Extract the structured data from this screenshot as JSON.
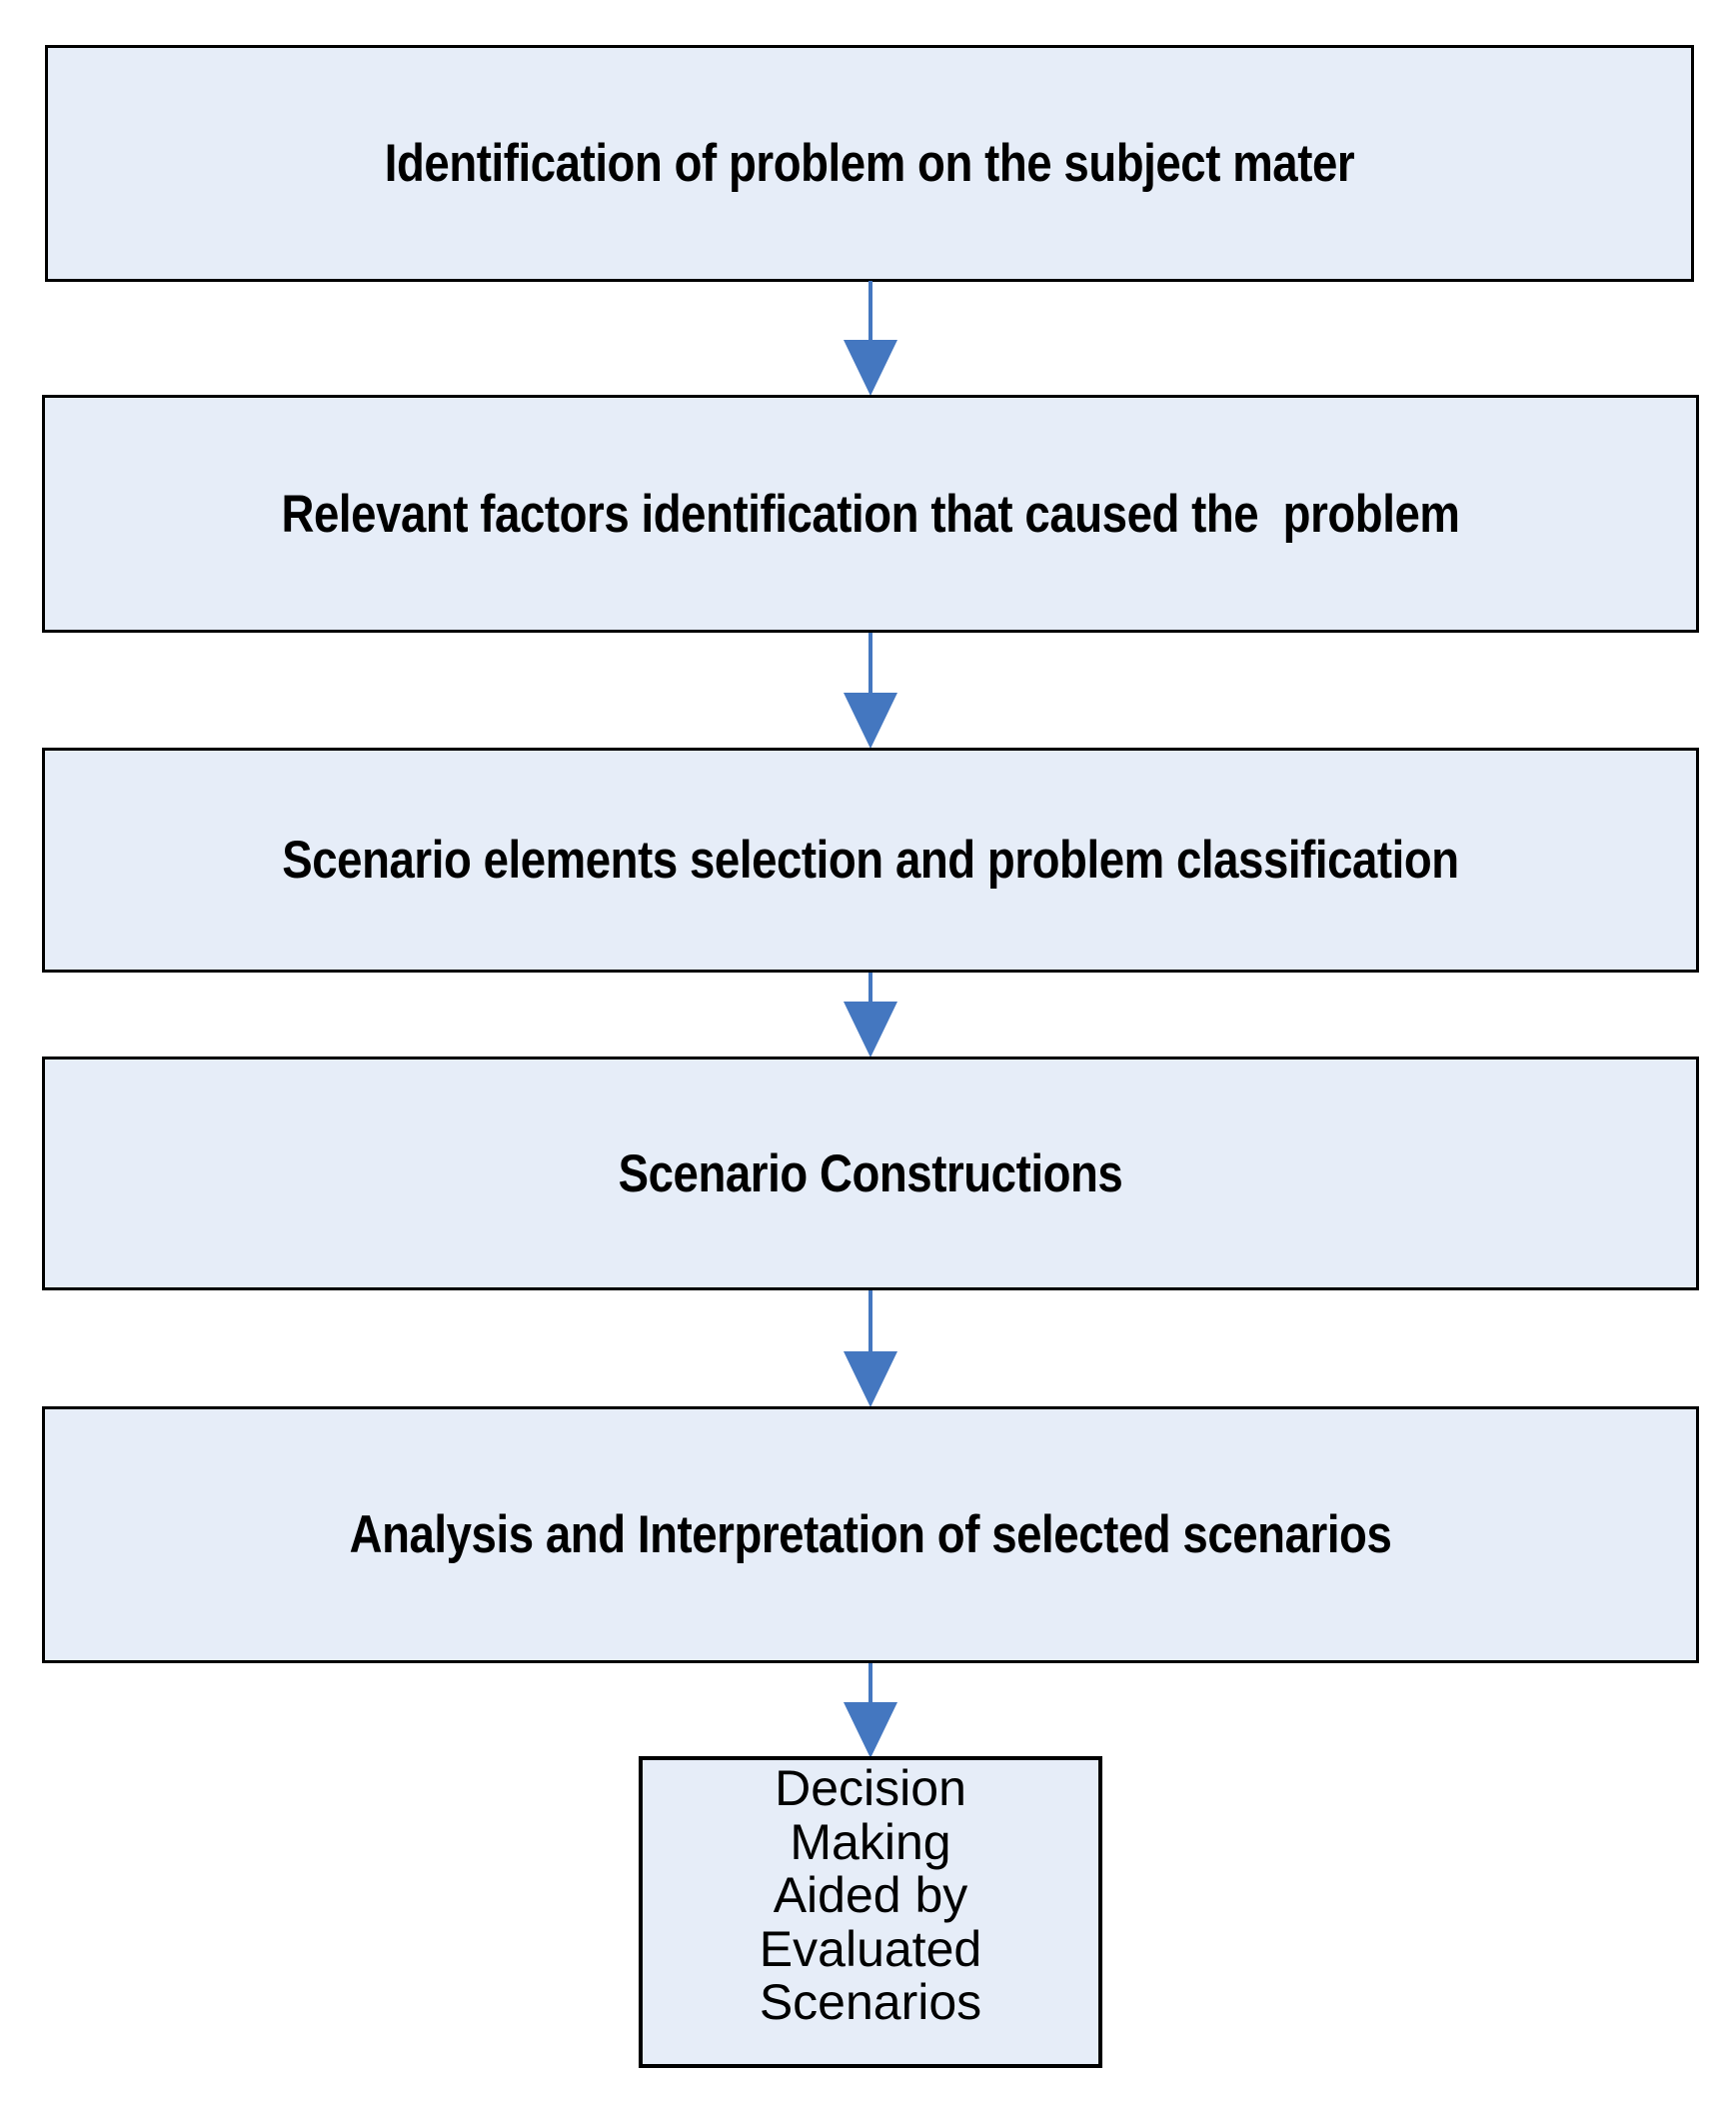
{
  "diagram": {
    "type": "flowchart",
    "orientation": "vertical-top-to-bottom",
    "background_color": "#ffffff",
    "node_fill_color": "#e6edf8",
    "node_border_color": "#000000",
    "arrow_color": "#4477c0",
    "nodes": [
      {
        "id": "node-0",
        "label": "Identification of problem on the subject mater"
      },
      {
        "id": "node-1",
        "label": "Relevant factors identification that caused the  problem"
      },
      {
        "id": "node-2",
        "label": "Scenario elements selection and problem classification"
      },
      {
        "id": "node-3",
        "label": "Scenario Constructions"
      },
      {
        "id": "node-4",
        "label": "Analysis and Interpretation of selected scenarios"
      },
      {
        "id": "node-5",
        "label": "Decision\nMaking\nAided by\nEvaluated\nScenarios"
      }
    ],
    "connectors": [
      {
        "id": "conn-0",
        "from": "node-0",
        "to": "node-1",
        "icon": "down-arrow-icon"
      },
      {
        "id": "conn-1",
        "from": "node-1",
        "to": "node-2",
        "icon": "down-arrow-icon"
      },
      {
        "id": "conn-2",
        "from": "node-2",
        "to": "node-3",
        "icon": "down-arrow-icon"
      },
      {
        "id": "conn-3",
        "from": "node-3",
        "to": "node-4",
        "icon": "down-arrow-icon"
      },
      {
        "id": "conn-4",
        "from": "node-4",
        "to": "node-5",
        "icon": "down-arrow-icon"
      }
    ]
  }
}
